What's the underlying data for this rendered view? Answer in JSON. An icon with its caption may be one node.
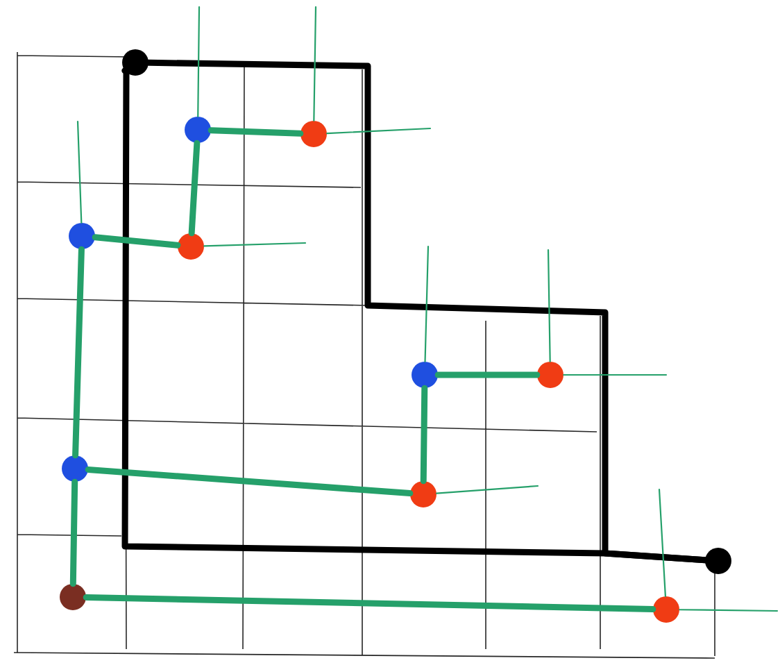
{
  "diagram": {
    "nodes": [
      {
        "text": [],
        "shape": "circle"
      },
      {
        "text": [],
        "shape": "circle"
      },
      {
        "text": [],
        "shape": "circle"
      },
      {
        "text": [],
        "shape": "circle"
      },
      {
        "text": [],
        "shape": "circle"
      },
      {
        "text": [],
        "shape": "circle"
      },
      {
        "text": [],
        "shape": "circle"
      },
      {
        "text": [],
        "shape": "circle"
      },
      {
        "text": [],
        "shape": "circle"
      },
      {
        "text": [],
        "shape": "circle"
      },
      {
        "text": [],
        "shape": "circle"
      },
      {
        "text": [],
        "shape": "circle"
      }
    ],
    "edges": [
      {
        "from": 0,
        "to": 11,
        "arrow": "none",
        "style": "thick",
        "color": "#000000"
      },
      {
        "from": 0,
        "to": 11,
        "arrow": "none",
        "style": "thick",
        "color": "#000000"
      },
      {
        "from": 1,
        "to": 2,
        "arrow": "none",
        "style": "thick"
      },
      {
        "from": 1,
        "to": 4,
        "arrow": "none",
        "style": "thick"
      },
      {
        "from": 3,
        "to": 4,
        "arrow": "none",
        "style": "thick"
      },
      {
        "from": 3,
        "to": 7,
        "arrow": "none",
        "style": "thick"
      },
      {
        "from": 5,
        "to": 6,
        "arrow": "none",
        "style": "thick"
      },
      {
        "from": 5,
        "to": 8,
        "arrow": "none",
        "style": "thick"
      },
      {
        "from": 7,
        "to": 8,
        "arrow": "none",
        "style": "thick"
      },
      {
        "from": 7,
        "to": 9,
        "arrow": "none",
        "style": "thick"
      },
      {
        "from": 9,
        "to": 10,
        "arrow": "none",
        "style": "thick"
      },
      {
        "from": 1,
        "to": null,
        "arrow": "none"
      },
      {
        "from": 2,
        "to": null,
        "arrow": "none"
      },
      {
        "from": 2,
        "to": null,
        "arrow": "none"
      },
      {
        "from": 3,
        "to": null,
        "arrow": "none"
      },
      {
        "from": 4,
        "to": null,
        "arrow": "none"
      },
      {
        "from": 5,
        "to": null,
        "arrow": "none"
      },
      {
        "from": 6,
        "to": null,
        "arrow": "none"
      },
      {
        "from": 6,
        "to": null,
        "arrow": "none"
      },
      {
        "from": 8,
        "to": null,
        "arrow": "none"
      },
      {
        "from": 10,
        "to": null,
        "arrow": "none"
      },
      {
        "from": 10,
        "to": null,
        "arrow": "none"
      }
    ]
  }
}
